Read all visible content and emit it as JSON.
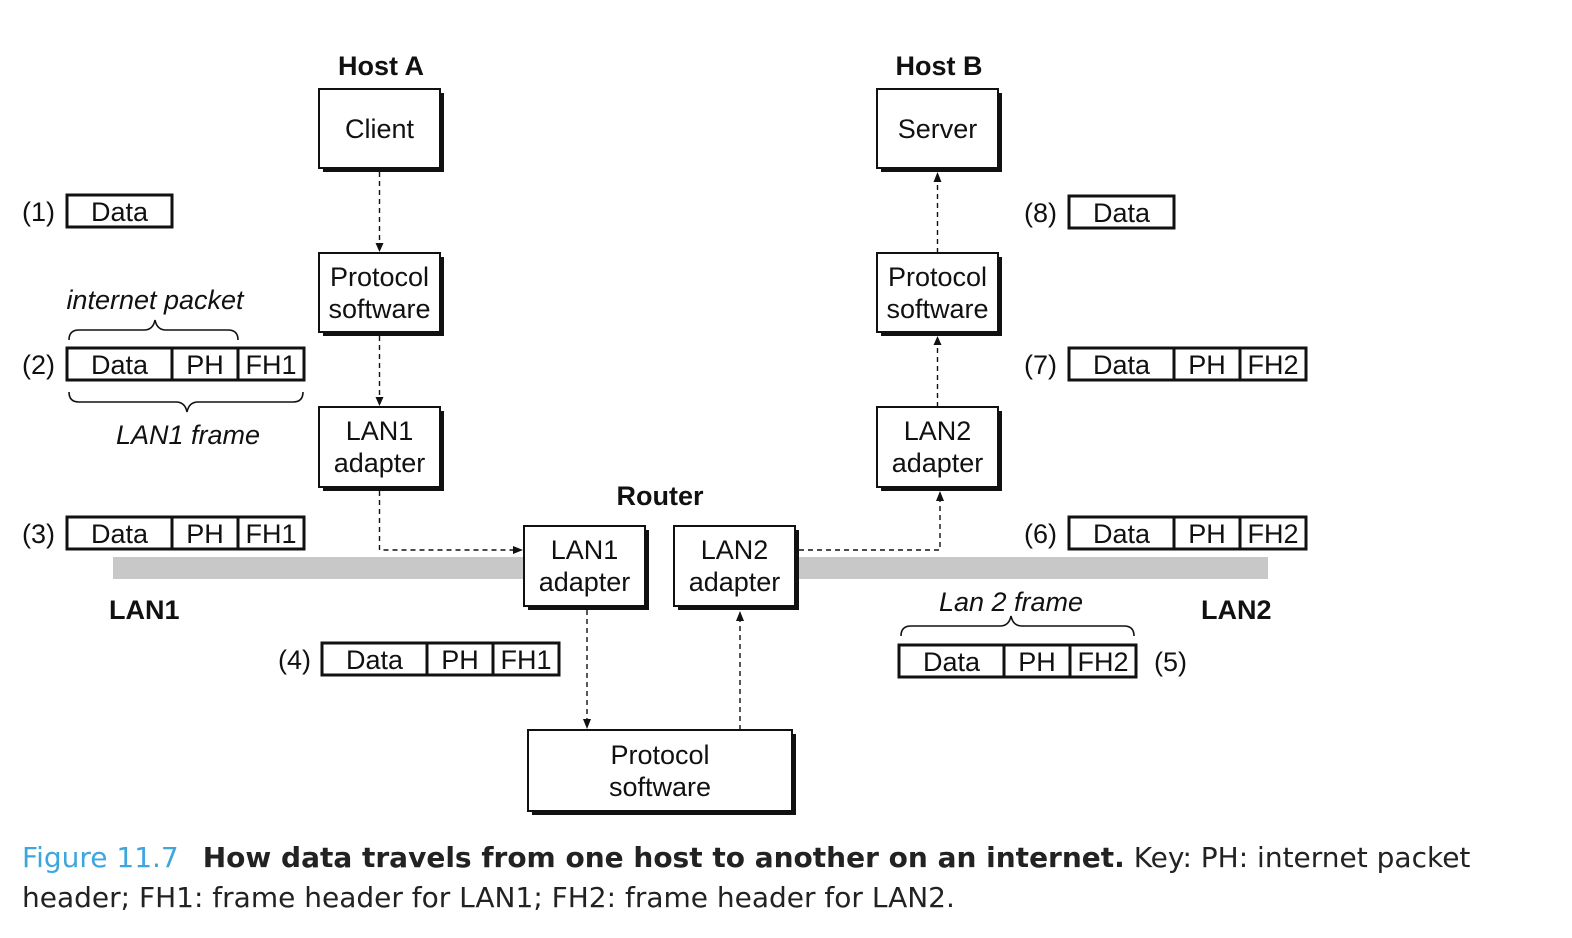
{
  "hosts": {
    "host_a": {
      "title": "Host A",
      "client": "Client",
      "protocol_software": [
        "Protocol",
        "software"
      ],
      "adapter": [
        "LAN1",
        "adapter"
      ]
    },
    "host_b": {
      "title": "Host B",
      "server": "Server",
      "protocol_software": [
        "Protocol",
        "software"
      ],
      "adapter": [
        "LAN2",
        "adapter"
      ]
    }
  },
  "router": {
    "title": "Router",
    "lan1_adapter": [
      "LAN1",
      "adapter"
    ],
    "lan2_adapter": [
      "LAN2",
      "adapter"
    ],
    "protocol_software": [
      "Protocol",
      "software"
    ]
  },
  "networks": {
    "lan1": "LAN1",
    "lan2": "LAN2",
    "bar_color": "#c8c8c8"
  },
  "annotations": {
    "internet_packet": "internet packet",
    "lan1_frame": "LAN1 frame",
    "lan2_frame": "Lan 2 frame"
  },
  "packets": [
    {
      "step": "(1)",
      "fields": [
        "Data"
      ]
    },
    {
      "step": "(2)",
      "fields": [
        "Data",
        "PH",
        "FH1"
      ]
    },
    {
      "step": "(3)",
      "fields": [
        "Data",
        "PH",
        "FH1"
      ]
    },
    {
      "step": "(4)",
      "fields": [
        "Data",
        "PH",
        "FH1"
      ]
    },
    {
      "step": "(5)",
      "fields": [
        "Data",
        "PH",
        "FH2"
      ]
    },
    {
      "step": "(6)",
      "fields": [
        "Data",
        "PH",
        "FH2"
      ]
    },
    {
      "step": "(7)",
      "fields": [
        "Data",
        "PH",
        "FH2"
      ]
    },
    {
      "step": "(8)",
      "fields": [
        "Data"
      ]
    }
  ],
  "caption": {
    "figure_number": "Figure 11.7",
    "title": "How data travels from one host to another on an internet.",
    "text": " Key: PH: internet packet header; FH1: frame header for LAN1; FH2: frame header for LAN2.",
    "figure_color": "#3fa6dc"
  }
}
